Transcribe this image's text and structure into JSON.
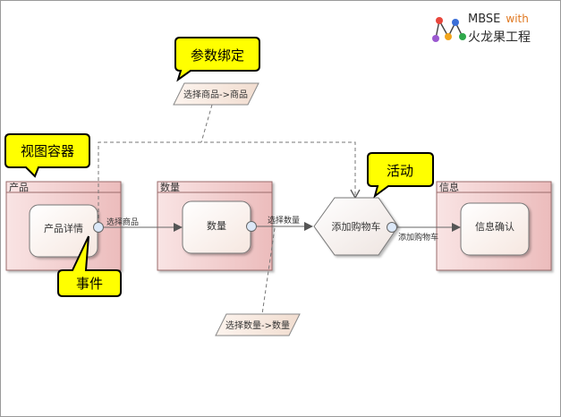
{
  "logo": {
    "title": "MBSE",
    "with": "with",
    "subtitle": "火龙果工程",
    "dot_colors": [
      "#e8463c",
      "#3b6fd8",
      "#f2a51c",
      "#2ea84a",
      "#9b59d0"
    ]
  },
  "partitions": {
    "product": "产品",
    "quantity": "数量",
    "info": "信息"
  },
  "actions": {
    "product_detail": "产品详情",
    "quantity": "数量",
    "add_to_cart": "添加购物车",
    "info_confirm": "信息确认"
  },
  "flows": {
    "select_product": "选择商品",
    "select_quantity": "选择数量",
    "add_to_cart": "添加购物车"
  },
  "notes": {
    "select_product_mapping": "选择商品->商品",
    "select_quantity_mapping": "选择数量->数量"
  },
  "callouts": {
    "param_binding": "参数绑定",
    "view_container": "视图容器",
    "activity": "活动",
    "event": "事件"
  },
  "colors": {
    "partition_fill": "#f2cccc",
    "partition_header": "#e8b0b0",
    "action_fill": "#fdf6f2",
    "callout_fill": "#ffff00",
    "note_fill": "#f8ebe2",
    "pin_fill": "#dce8f8"
  }
}
